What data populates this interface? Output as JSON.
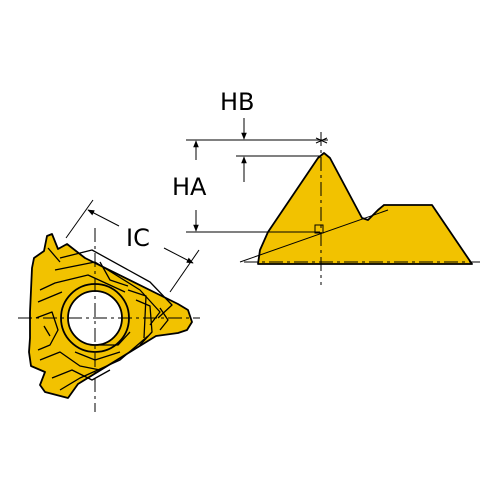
{
  "diagram": {
    "colors": {
      "insert_fill": "#f2c200",
      "line": "#000000",
      "background": "#ffffff"
    },
    "labels": {
      "hb": "HB",
      "ha": "HA",
      "ic": "IC"
    }
  }
}
